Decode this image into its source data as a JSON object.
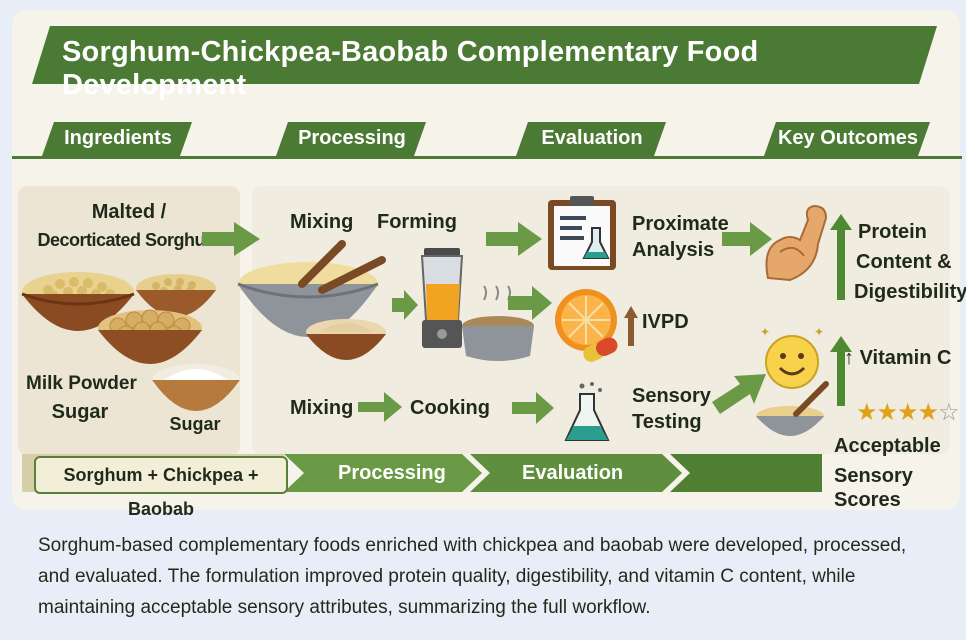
{
  "title": "Sorghum-Chickpea-Baobab Complementary Food Development",
  "sections": {
    "ingredients": "Ingredients",
    "processing": "Processing",
    "evaluation": "Evaluation",
    "outcomes": "Key Outcomes"
  },
  "ingredients": {
    "sorghum_line1": "Malted /",
    "sorghum_line2": "Decorticated Sorghum",
    "milk_powder": "Milk Powder",
    "sugar": "Sugar",
    "sugar_bowl": "Sugar"
  },
  "processing": {
    "mixing_top": "Mixing",
    "forming": "Forming",
    "mixing_bottom": "Mixing",
    "cooking": "Cooking"
  },
  "evaluation": {
    "proximate_line1": "Proximate",
    "proximate_line2": "Analysis",
    "ivpd": "IVPD",
    "sensory_line1": "Sensory",
    "sensory_line2": "Testing"
  },
  "outcomes": {
    "protein_line1": "Protein",
    "protein_line2": "Content &",
    "protein_line3": "Digestibility",
    "vitamin_c": "Vitamin C",
    "acceptable_line1": "Acceptable",
    "acceptable_line2": "Sensory Scores",
    "rating_stars": 4,
    "rating_max": 5
  },
  "flow": {
    "start": "Sorghum + Chickpea + Baobab",
    "processing": "Processing",
    "evaluation": "Evaluation"
  },
  "summary": "Sorghum-based complementary foods enriched with chickpea and baobab were developed, processed, and evaluated. The formulation improved protein quality, digestibility, and vitamin C content, while maintaining acceptable sensory attributes, summarizing the full workflow.",
  "colors": {
    "green_dark": "#3f6b2a",
    "green_mid": "#5f8f3e",
    "arrow_green": "#6a9a45",
    "cream": "#f6f3ea",
    "panel": "#ece6d6"
  }
}
